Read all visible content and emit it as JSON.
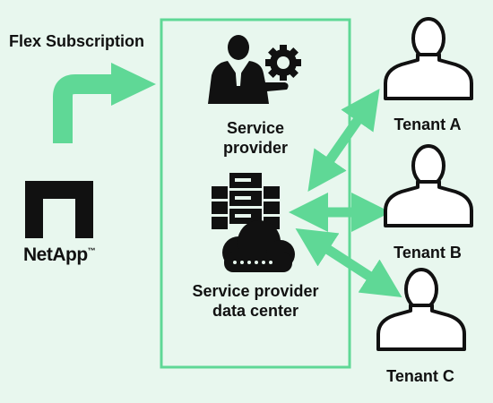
{
  "diagram": {
    "flex_label": "Flex Subscription",
    "brand": {
      "name": "NetApp",
      "trademark": "™"
    },
    "service_provider": {
      "line1": "Service",
      "line2": "provider"
    },
    "data_center": {
      "line1": "Service provider",
      "line2": "data center"
    },
    "tenants": [
      {
        "label": "Tenant A"
      },
      {
        "label": "Tenant B"
      },
      {
        "label": "Tenant C"
      }
    ],
    "icons": [
      "businessman-icon",
      "gear-icon",
      "server-rack-icon",
      "cloud-icon",
      "person-outline-icon",
      "netapp-logo"
    ],
    "colors": {
      "background": "#e8f7ee",
      "arrow": "#5fd896",
      "box_border": "#5fd896",
      "text": "#111111"
    }
  }
}
